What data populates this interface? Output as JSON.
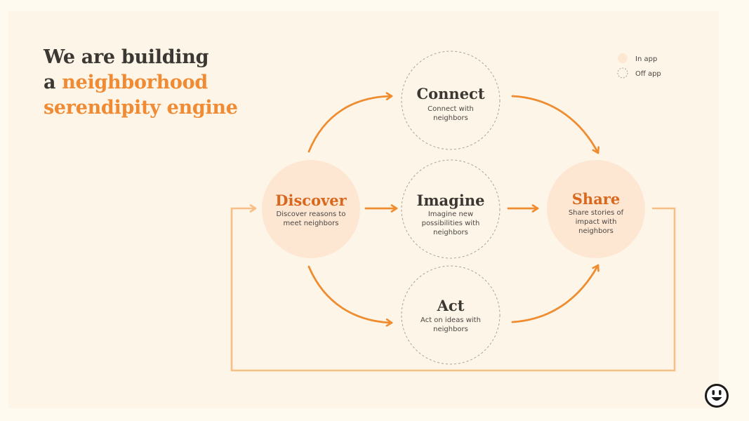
{
  "headline": {
    "line1": "We are building",
    "line2_prefix": "a ",
    "line2_accent": "neighborhood",
    "line3_accent": "serendipity engine"
  },
  "legend": {
    "in_app": "In app",
    "off_app": "Off app"
  },
  "nodes": {
    "discover": {
      "title": "Discover",
      "desc": [
        "Discover reasons to",
        "meet neighbors"
      ],
      "mode": "in-app"
    },
    "connect": {
      "title": "Connect",
      "desc": [
        "Connect with",
        "neighbors"
      ],
      "mode": "off-app"
    },
    "imagine": {
      "title": "Imagine",
      "desc": [
        "Imagine new",
        "possibilities with",
        "neighbors"
      ],
      "mode": "off-app"
    },
    "act": {
      "title": "Act",
      "desc": [
        "Act on ideas with",
        "neighbors"
      ],
      "mode": "off-app"
    },
    "share": {
      "title": "Share",
      "desc": [
        "Share stories of",
        "impact with",
        "neighbors"
      ],
      "mode": "in-app"
    }
  },
  "colors": {
    "accent": "#f08a33",
    "arrow": "#ef8c30",
    "loop": "#f7bf86",
    "in_app_fill": "#fde7d3",
    "title_in_app": "#d9671c",
    "title_off_app": "#3b3733",
    "dash": "#a8a29a"
  },
  "icons": {
    "logo": "smiley-face-icon"
  }
}
